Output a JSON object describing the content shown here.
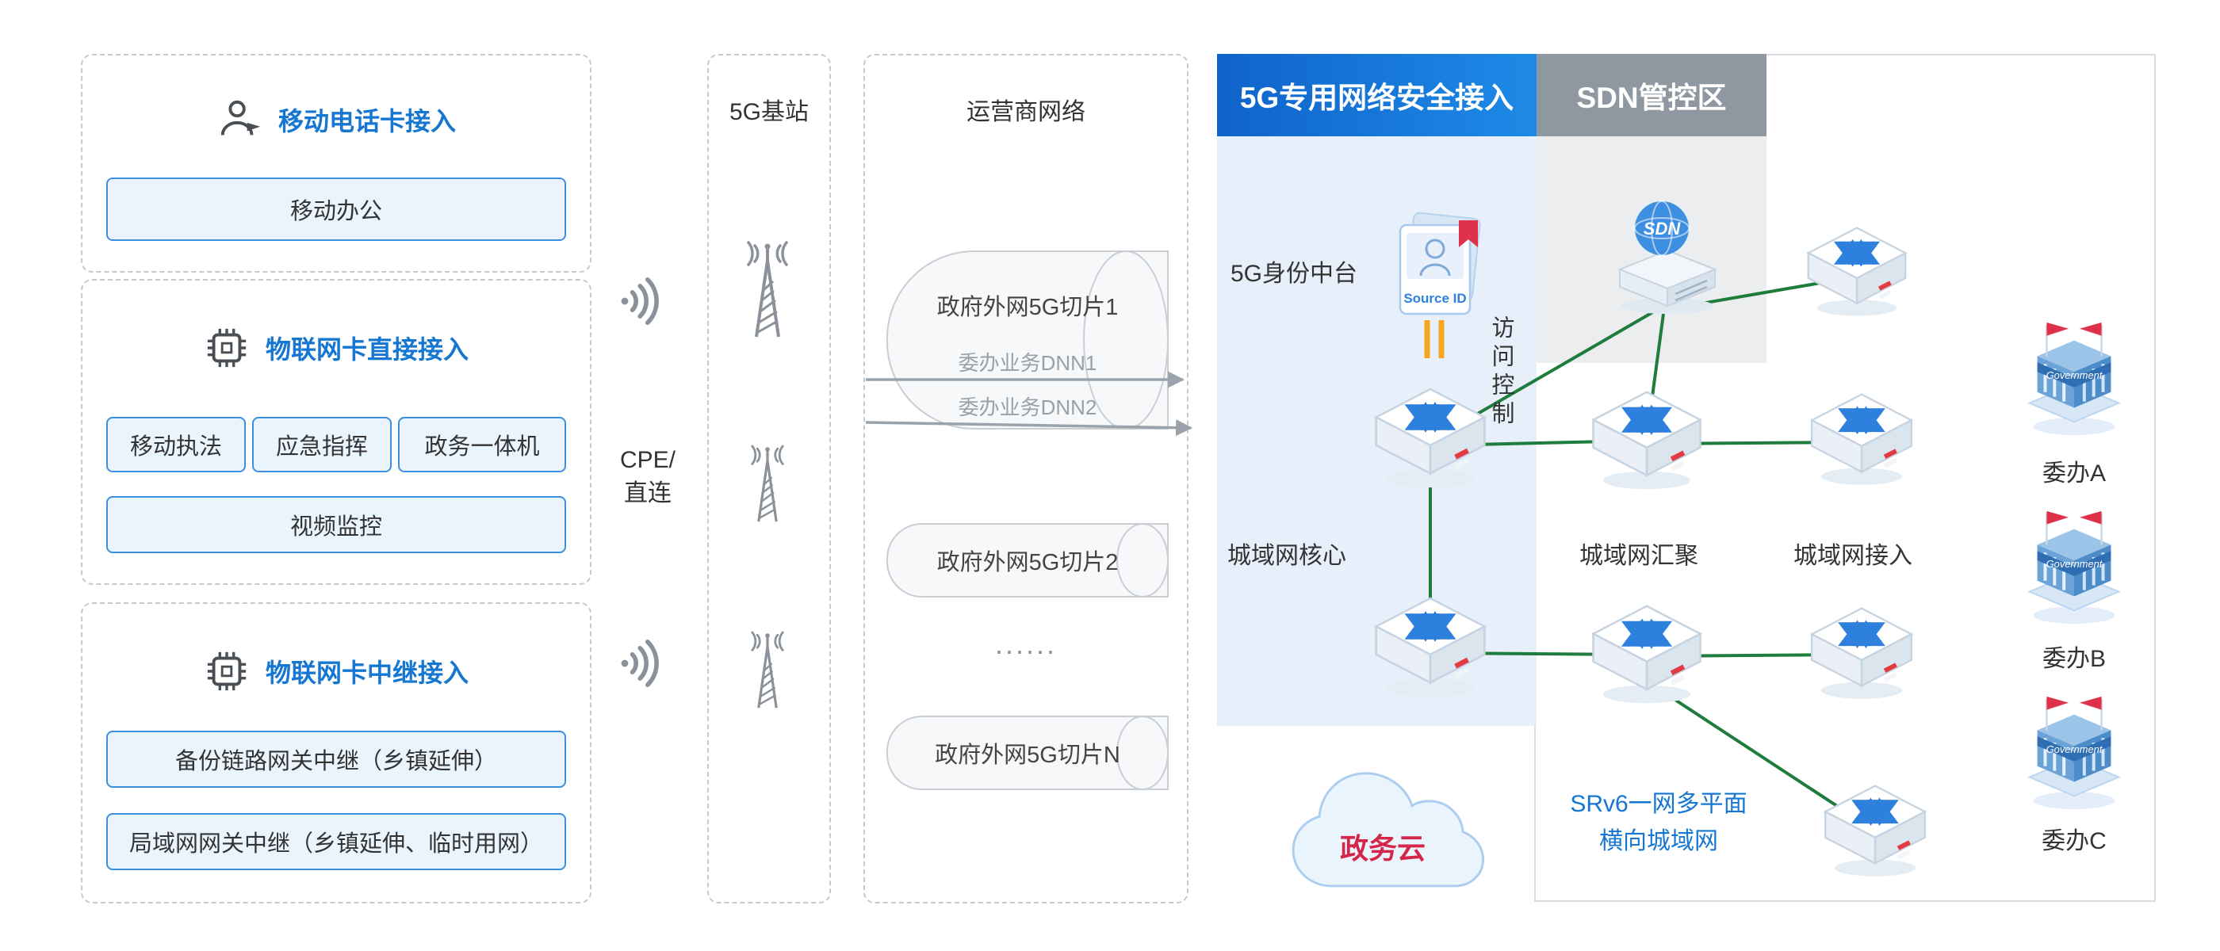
{
  "left": {
    "panel1": {
      "title": "移动电话卡接入",
      "btn": "移动办公"
    },
    "panel2": {
      "title": "物联网卡直接接入",
      "btns": [
        "移动执法",
        "应急指挥",
        "政务一体机"
      ],
      "wide": "视频监控"
    },
    "panel3": {
      "title": "物联网卡中继接入",
      "btn1": "备份链路网关中继（乡镇延伸）",
      "btn2": "局域网网关中继（乡镇延伸、临时用网）"
    }
  },
  "middle": {
    "cpe_line1": "CPE/",
    "cpe_line2": "直连",
    "bts_title": "5G基站",
    "carrier_title": "运营商网络",
    "slice1": "政府外网5G切片1",
    "dnn1": "委办业务DNN1",
    "dnn2": "委办业务DNN2",
    "slice2": "政府外网5G切片2",
    "dots": "......",
    "sliceN": "政府外网5G切片N"
  },
  "secure": {
    "header": "5G专用网络安全接入",
    "identity": "5G身份中台",
    "source_id": "Source ID",
    "access_control": "访问控制",
    "core": "城域网核心"
  },
  "sdn": {
    "header": "SDN管控区",
    "sdn_text": "SDN",
    "agg": "城域网汇聚",
    "access": "城域网接入",
    "srv6_l1": "SRv6一网多平面",
    "srv6_l2": "横向城域网"
  },
  "right": {
    "gov_cloud": "政务云",
    "committees": [
      "委办A",
      "委办B",
      "委办C"
    ],
    "building_text": "Government"
  },
  "colors": {
    "accent_blue": "#1677d2",
    "header_blue": "#1e8ae6",
    "header_gray": "#8f97a0",
    "green_link": "#1e7c3c",
    "orange": "#f6a623",
    "red": "#d5264a",
    "pill_bg": "#eaf4fd"
  }
}
